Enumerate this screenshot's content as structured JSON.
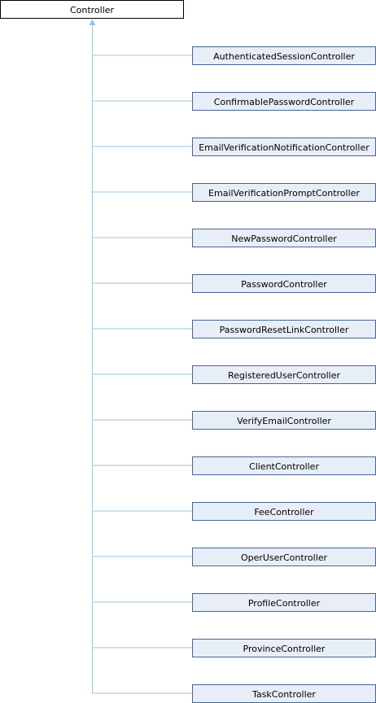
{
  "base_class": {
    "name": "Controller"
  },
  "derived_classes": [
    {
      "name": "AuthenticatedSessionController"
    },
    {
      "name": "ConfirmablePasswordController"
    },
    {
      "name": "EmailVerificationNotificationController"
    },
    {
      "name": "EmailVerificationPromptController"
    },
    {
      "name": "NewPasswordController"
    },
    {
      "name": "PasswordController"
    },
    {
      "name": "PasswordResetLinkController"
    },
    {
      "name": "RegisteredUserController"
    },
    {
      "name": "VerifyEmailController"
    },
    {
      "name": "ClientController"
    },
    {
      "name": "FeeController"
    },
    {
      "name": "OperUserController"
    },
    {
      "name": "ProfileController"
    },
    {
      "name": "ProvinceController"
    },
    {
      "name": "TaskController"
    }
  ],
  "colors": {
    "base_fill": "#ffffff",
    "base_border": "#000000",
    "derived_fill": "#e8eef7",
    "derived_border": "#4a6496",
    "edge": "#9cc4dd"
  }
}
